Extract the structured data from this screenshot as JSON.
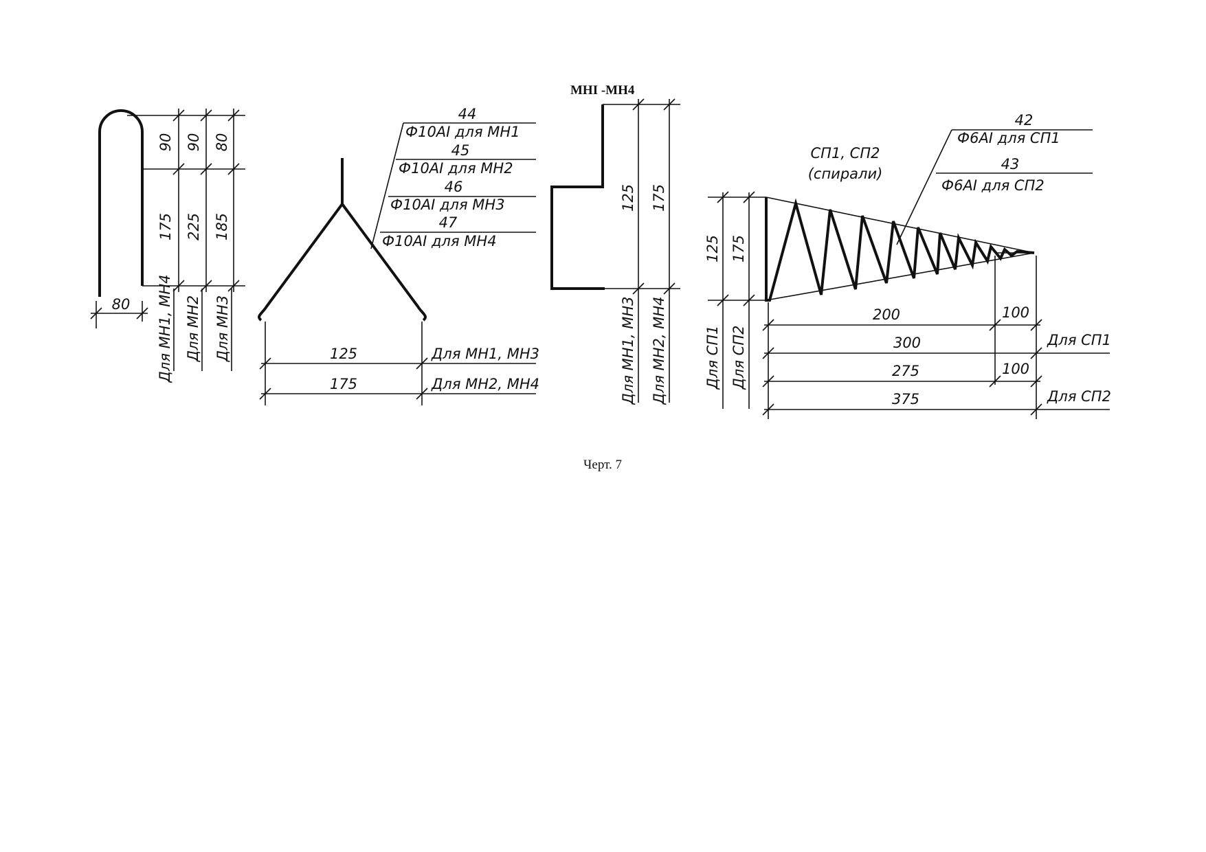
{
  "header": {
    "title": "МНI -МН4"
  },
  "caption": "Черт. 7",
  "u_bar": {
    "dim_width": "80",
    "dims_top": [
      "90",
      "90",
      "80"
    ],
    "dims_leg": [
      "175",
      "225",
      "185"
    ],
    "variants": [
      "Для МН1, МН4",
      "Для МН2",
      "Для МН3"
    ]
  },
  "v_bar": {
    "callouts": [
      {
        "number": "44",
        "spec": "Ф10АI для МН1"
      },
      {
        "number": "45",
        "spec": "Ф10АI для МН2"
      },
      {
        "number": "46",
        "spec": "Ф10АI для МН3"
      },
      {
        "number": "47",
        "spec": "Ф10АI для МН4"
      }
    ],
    "spans": [
      {
        "value": "125",
        "label": "Для МН1, МН3"
      },
      {
        "value": "175",
        "label": "Для МН2, МН4"
      }
    ]
  },
  "z_bar": {
    "dims": [
      "125",
      "175"
    ],
    "variants": [
      "Для МН1, МН3",
      "Для МН2, МН4"
    ]
  },
  "spiral": {
    "title_line1": "СП1, СП2",
    "title_line2": "(спирали)",
    "callouts": [
      {
        "number": "42",
        "spec": "Ф6АI для СП1"
      },
      {
        "number": "43",
        "spec": "Ф6АI для СП2"
      }
    ],
    "heights": [
      "125",
      "175"
    ],
    "variants": [
      "Для СП1",
      "Для СП2"
    ],
    "row1": [
      "200",
      "100"
    ],
    "row2": "300",
    "row2_label": "Для СП1",
    "row3": [
      "275",
      "100"
    ],
    "row4": "375",
    "row4_label": "Для СП2"
  }
}
